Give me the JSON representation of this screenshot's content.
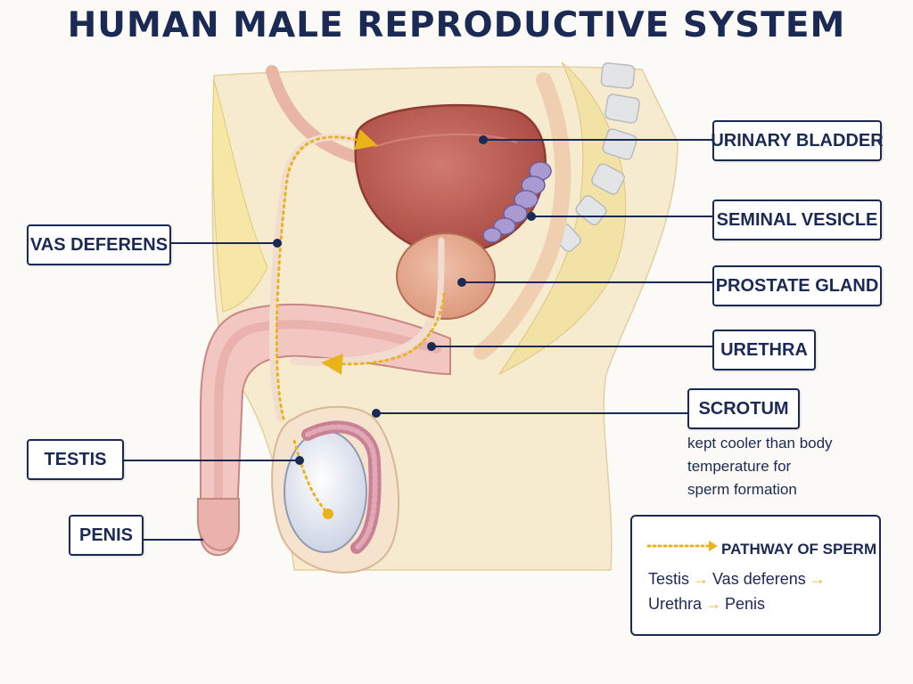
{
  "title": "HUMAN MALE REPRODUCTIVE SYSTEM",
  "labels": {
    "urinary_bladder": "URINARY BLADDER",
    "seminal_vesicle": "SEMINAL VESICLE",
    "prostate_gland": "PROSTATE GLAND",
    "urethra": "URETHRA",
    "scrotum": "SCROTUM",
    "vas_deferens": "VAS DEFERENS",
    "testis": "TESTIS",
    "penis": "PENIS"
  },
  "scrotum_note": [
    "kept cooler than body",
    "temperature for",
    "sperm formation"
  ],
  "legend": {
    "title": "PATHWAY OF SPERM",
    "row1": [
      "Testis",
      "Vas deferens"
    ],
    "row2": [
      "Urethra",
      "Penis"
    ]
  },
  "colors": {
    "navy": "#1b2a55",
    "pathway": "#e9b41a",
    "bladder": "#b7544c",
    "vesicle": "#a99bd0",
    "prostate": "#e6ad92",
    "tissue": "#f2c7c2",
    "testis": "#e3e8f2",
    "fat": "#f6e7a6"
  }
}
